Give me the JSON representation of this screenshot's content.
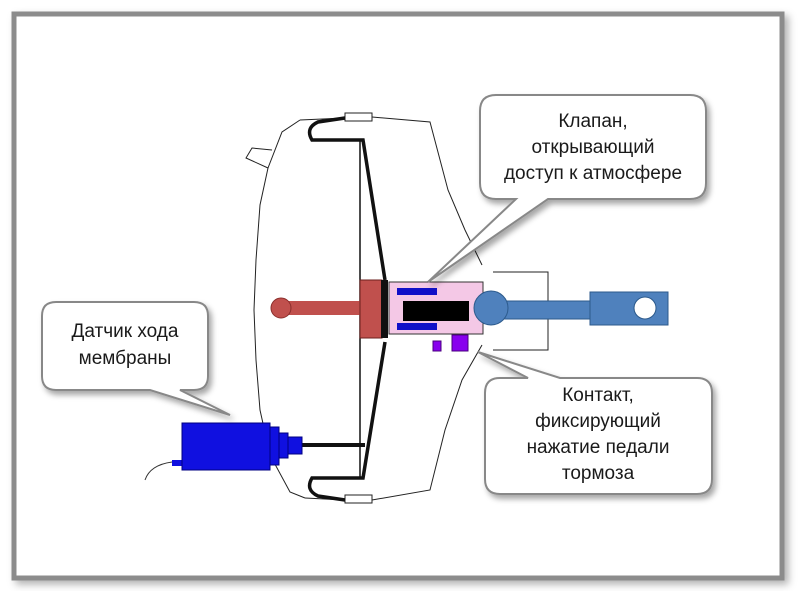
{
  "colors": {
    "frame_gray": "#8c8c8c",
    "rod_red": "#c0504d",
    "rod_blue": "#4f81bd",
    "valve_pink": "#f4c8e6",
    "sensor_blue": "#1010e0",
    "contact_violet": "#8800ee",
    "ink": "#111111"
  },
  "callouts": {
    "valve": {
      "lines": [
        "Клапан,",
        "открывающий",
        "доступ к атмосфере"
      ]
    },
    "sensor": {
      "lines": [
        "Датчик хода",
        "мембраны"
      ]
    },
    "contact": {
      "lines": [
        "Контакт,",
        "фиксирующий",
        "нажатие педали",
        "тормоза"
      ]
    }
  }
}
